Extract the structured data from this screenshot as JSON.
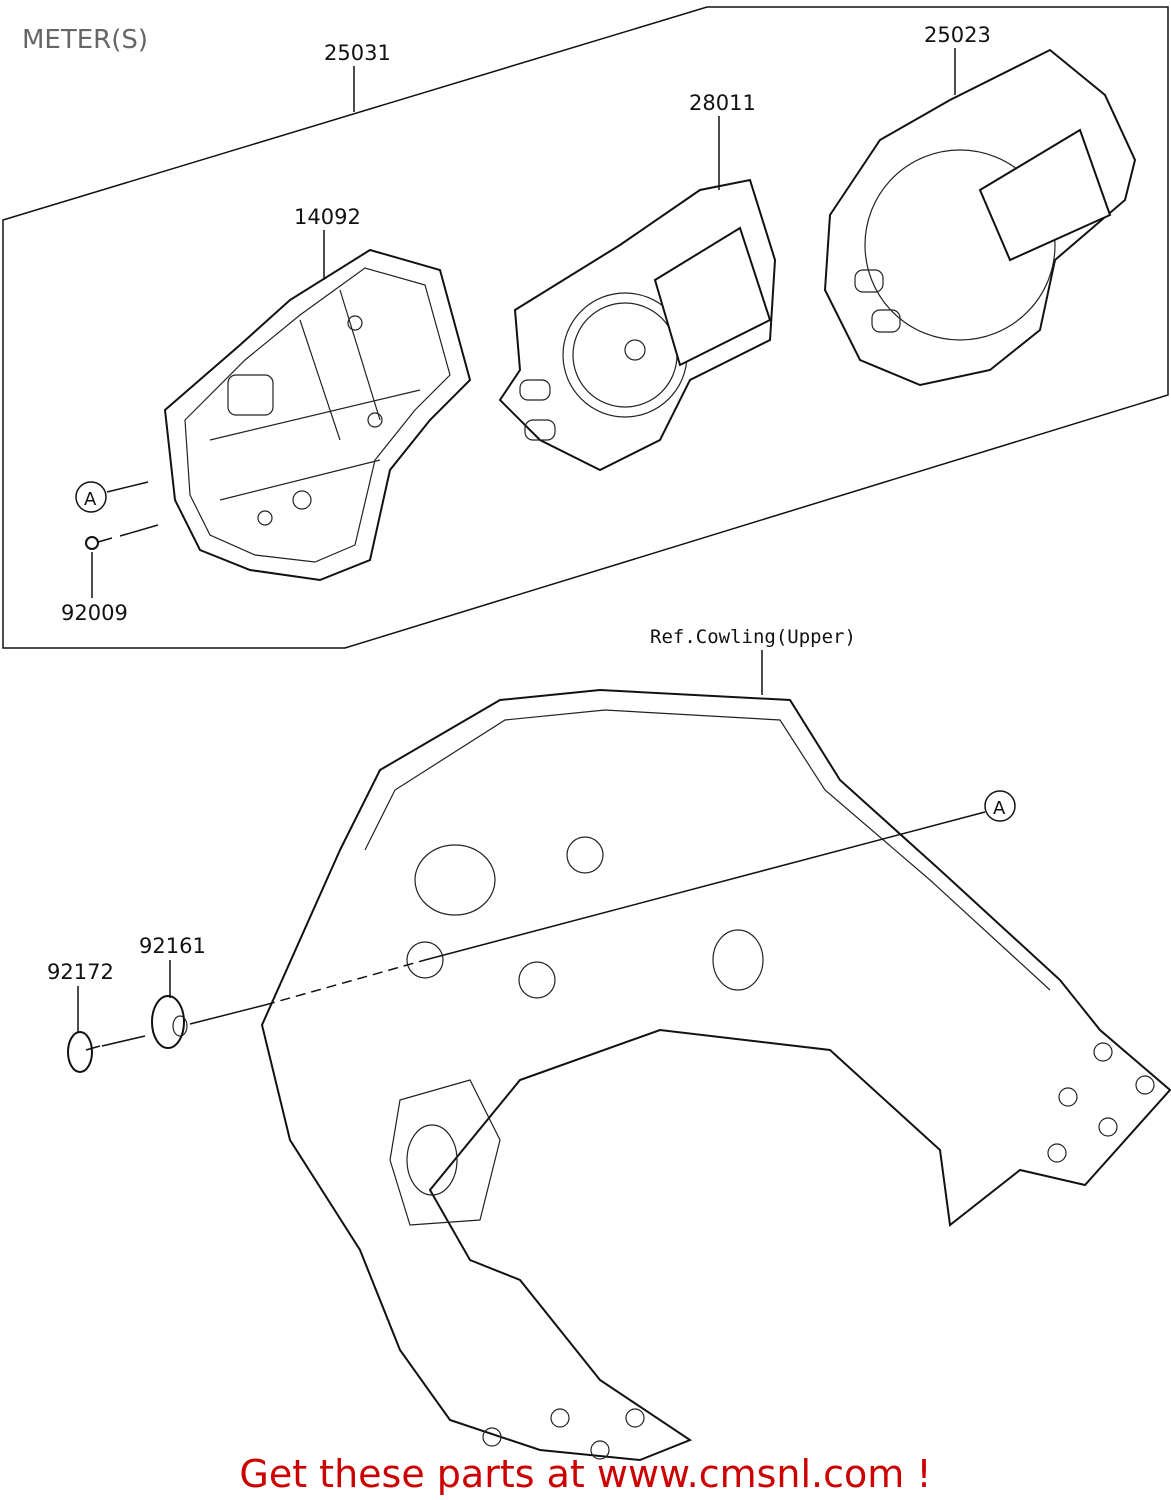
{
  "title": "METER(S)",
  "callouts": {
    "p25031": "25031",
    "p25023": "25023",
    "p28011": "28011",
    "p14092": "14092",
    "p92009": "92009",
    "p92161": "92161",
    "p92172": "92172",
    "refA1": "A",
    "refA2": "A",
    "ref_cowling": "Ref.Cowling(Upper)"
  },
  "promo": "Get these parts at www.cmsnl.com !",
  "colors": {
    "promo": "#cc0000",
    "title": "#666666"
  }
}
